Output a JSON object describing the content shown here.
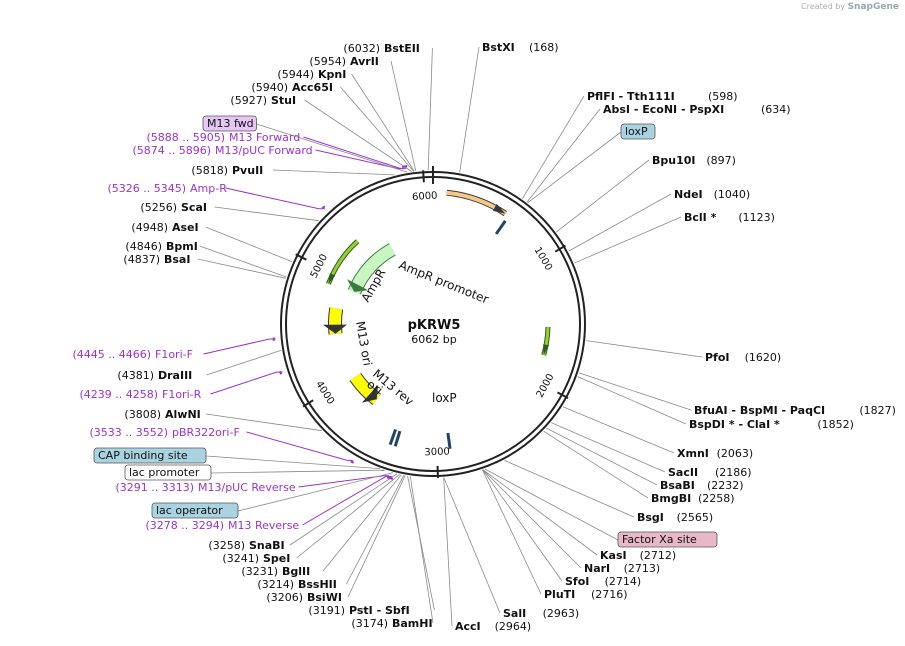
{
  "credit": {
    "prefix": "Created by",
    "brand": "SnapGene"
  },
  "plasmid": {
    "name": "pKRW5",
    "size_label": "6062 bp",
    "length": 6062
  },
  "ticks": [
    {
      "bp": 1000,
      "label": "1000"
    },
    {
      "bp": 2000,
      "label": "2000"
    },
    {
      "bp": 3000,
      "label": "3000"
    },
    {
      "bp": 4000,
      "label": "4000"
    },
    {
      "bp": 5000,
      "label": "5000"
    },
    {
      "bp": 6000,
      "label": "6000"
    }
  ],
  "sites": [
    {
      "name": "BstEII",
      "pos": "(6032)",
      "side": "L",
      "bp": 6032
    },
    {
      "name": "BstXI",
      "pos": "(168)",
      "side": "R",
      "bp": 168
    },
    {
      "name": "AvrII",
      "pos": "(5954)",
      "side": "L",
      "bp": 5954
    },
    {
      "name": "KpnI",
      "pos": "(5944)",
      "side": "L",
      "bp": 5944
    },
    {
      "name": "Acc65I",
      "pos": "(5940)",
      "side": "L",
      "bp": 5940
    },
    {
      "name": "StuI",
      "pos": "(5927)",
      "side": "L",
      "bp": 5927
    },
    {
      "name": "PflFI - Tth111I",
      "pos": "(598)",
      "side": "R",
      "bp": 598
    },
    {
      "name": "AbsI - EcoNI - PspXI",
      "pos": "(634)",
      "side": "R",
      "bp": 634
    },
    {
      "name": "PvuII",
      "pos": "(5818)",
      "side": "L",
      "bp": 5818
    },
    {
      "name": "Bpu10I",
      "pos": "(897)",
      "side": "R",
      "bp": 897
    },
    {
      "name": "NdeI",
      "pos": "(1040)",
      "side": "R",
      "bp": 1040
    },
    {
      "name": "ScaI",
      "pos": "(5256)",
      "side": "L",
      "bp": 5256
    },
    {
      "name": "BclI *",
      "pos": "(1123)",
      "side": "R",
      "bp": 1123
    },
    {
      "name": "AseI",
      "pos": "(4948)",
      "side": "L",
      "bp": 4948
    },
    {
      "name": "BpmI",
      "pos": "(4846)",
      "side": "L",
      "bp": 4846
    },
    {
      "name": "BsaI",
      "pos": "(4837)",
      "side": "L",
      "bp": 4837
    },
    {
      "name": "PfoI",
      "pos": "(1620)",
      "side": "R",
      "bp": 1620
    },
    {
      "name": "DraIII",
      "pos": "(4381)",
      "side": "L",
      "bp": 4381
    },
    {
      "name": "BfuAI - BspMI - PaqCI",
      "pos": "(1827)",
      "side": "R",
      "bp": 1827
    },
    {
      "name": "AlwNI",
      "pos": "(3808)",
      "side": "L",
      "bp": 3808
    },
    {
      "name": "BspDI * - ClaI *",
      "pos": "(1852)",
      "side": "R",
      "bp": 1852
    },
    {
      "name": "XmnI",
      "pos": "(2063)",
      "side": "R",
      "bp": 2063
    },
    {
      "name": "SacII",
      "pos": "(2186)",
      "side": "R",
      "bp": 2186
    },
    {
      "name": "BsaBI",
      "pos": "(2232)",
      "side": "R",
      "bp": 2232
    },
    {
      "name": "BmgBI",
      "pos": "(2258)",
      "side": "R",
      "bp": 2258
    },
    {
      "name": "BsgI",
      "pos": "(2565)",
      "side": "R",
      "bp": 2565
    },
    {
      "name": "SnaBI",
      "pos": "(3258)",
      "side": "L",
      "bp": 3258
    },
    {
      "name": "KasI",
      "pos": "(2712)",
      "side": "R",
      "bp": 2712
    },
    {
      "name": "SpeI",
      "pos": "(3241)",
      "side": "L",
      "bp": 3241
    },
    {
      "name": "NarI",
      "pos": "(2713)",
      "side": "R",
      "bp": 2713
    },
    {
      "name": "BglII",
      "pos": "(3231)",
      "side": "L",
      "bp": 3231
    },
    {
      "name": "SfoI",
      "pos": "(2714)",
      "side": "R",
      "bp": 2714
    },
    {
      "name": "BssHII",
      "pos": "(3214)",
      "side": "L",
      "bp": 3214
    },
    {
      "name": "PluTI",
      "pos": "(2716)",
      "side": "R",
      "bp": 2716
    },
    {
      "name": "BsiWI",
      "pos": "(3206)",
      "side": "L",
      "bp": 3206
    },
    {
      "name": "PstI - SbfI",
      "pos": "(3191)",
      "side": "L",
      "bp": 3191
    },
    {
      "name": "SalI",
      "pos": "(2963)",
      "side": "R",
      "bp": 2963
    },
    {
      "name": "BamHI",
      "pos": "(3174)",
      "side": "L",
      "bp": 3174
    },
    {
      "name": "AccI",
      "pos": "(2964)",
      "side": "R",
      "bp": 2964
    }
  ],
  "primers": [
    {
      "range": "(5888 .. 5905)",
      "name": "M13 Forward",
      "bp": 5896
    },
    {
      "range": "(5874 .. 5896)",
      "name": "M13/pUC Forward",
      "bp": 5885
    },
    {
      "range": "(5326 .. 5345)",
      "name": "Amp-R",
      "bp": 5335
    },
    {
      "range": "(4445 .. 4466)",
      "name": "F1ori-F",
      "bp": 4455
    },
    {
      "range": "(4239 .. 4258)",
      "name": "F1ori-R",
      "bp": 4248
    },
    {
      "range": "(3533 .. 3552)",
      "name": "pBR322ori-F",
      "bp": 3542
    },
    {
      "range": "(3291 .. 3313)",
      "name": "M13/pUC Reverse",
      "bp": 3302
    },
    {
      "range": "(3278 .. 3294)",
      "name": "M13 Reverse",
      "bp": 3286
    }
  ],
  "boxed_features": [
    {
      "label": "M13 fwd",
      "style": "purple",
      "bp": 5900
    },
    {
      "label": "loxP",
      "style": "blue",
      "bp": 640
    },
    {
      "label": "CAP binding site",
      "style": "blue",
      "bp": 3370
    },
    {
      "label": "lac promoter",
      "style": "white",
      "bp": 3340
    },
    {
      "label": "lac operator",
      "style": "blue",
      "bp": 3285
    },
    {
      "label": "Factor Xa site",
      "style": "pink",
      "bp": 2700
    }
  ],
  "inner_labels": {
    "ampr_promoter": "AmpR promoter",
    "ampr": "AmpR",
    "m13_ori": "M13 ori",
    "ori": "ori",
    "m13_rev": "M13 rev",
    "loxp": "loxP"
  },
  "colors": {
    "backbone": "#222222",
    "primer": "#9933cc",
    "ampr": "#c8f5c0",
    "ori": "#ffff00",
    "orange_feature": "#f5c88a",
    "green_arrow": "#9acd32",
    "box_blue": "#a9d3e0",
    "box_purple": "#e6c6f5",
    "box_pink": "#e8b8c8",
    "leader": "#8a8a8a"
  }
}
